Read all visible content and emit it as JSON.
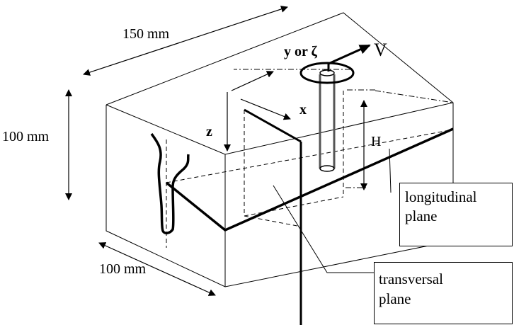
{
  "dimensions": {
    "width": "150 mm",
    "height": "100 mm",
    "depth": "100 mm"
  },
  "axes": {
    "y": "y or ζ",
    "x": "x",
    "z": "z"
  },
  "symbols": {
    "velocity": "V",
    "height": "H"
  },
  "callouts": {
    "longitudinal": [
      "longitudinal",
      "plane"
    ],
    "transversal": [
      "transversal",
      "plane"
    ]
  }
}
